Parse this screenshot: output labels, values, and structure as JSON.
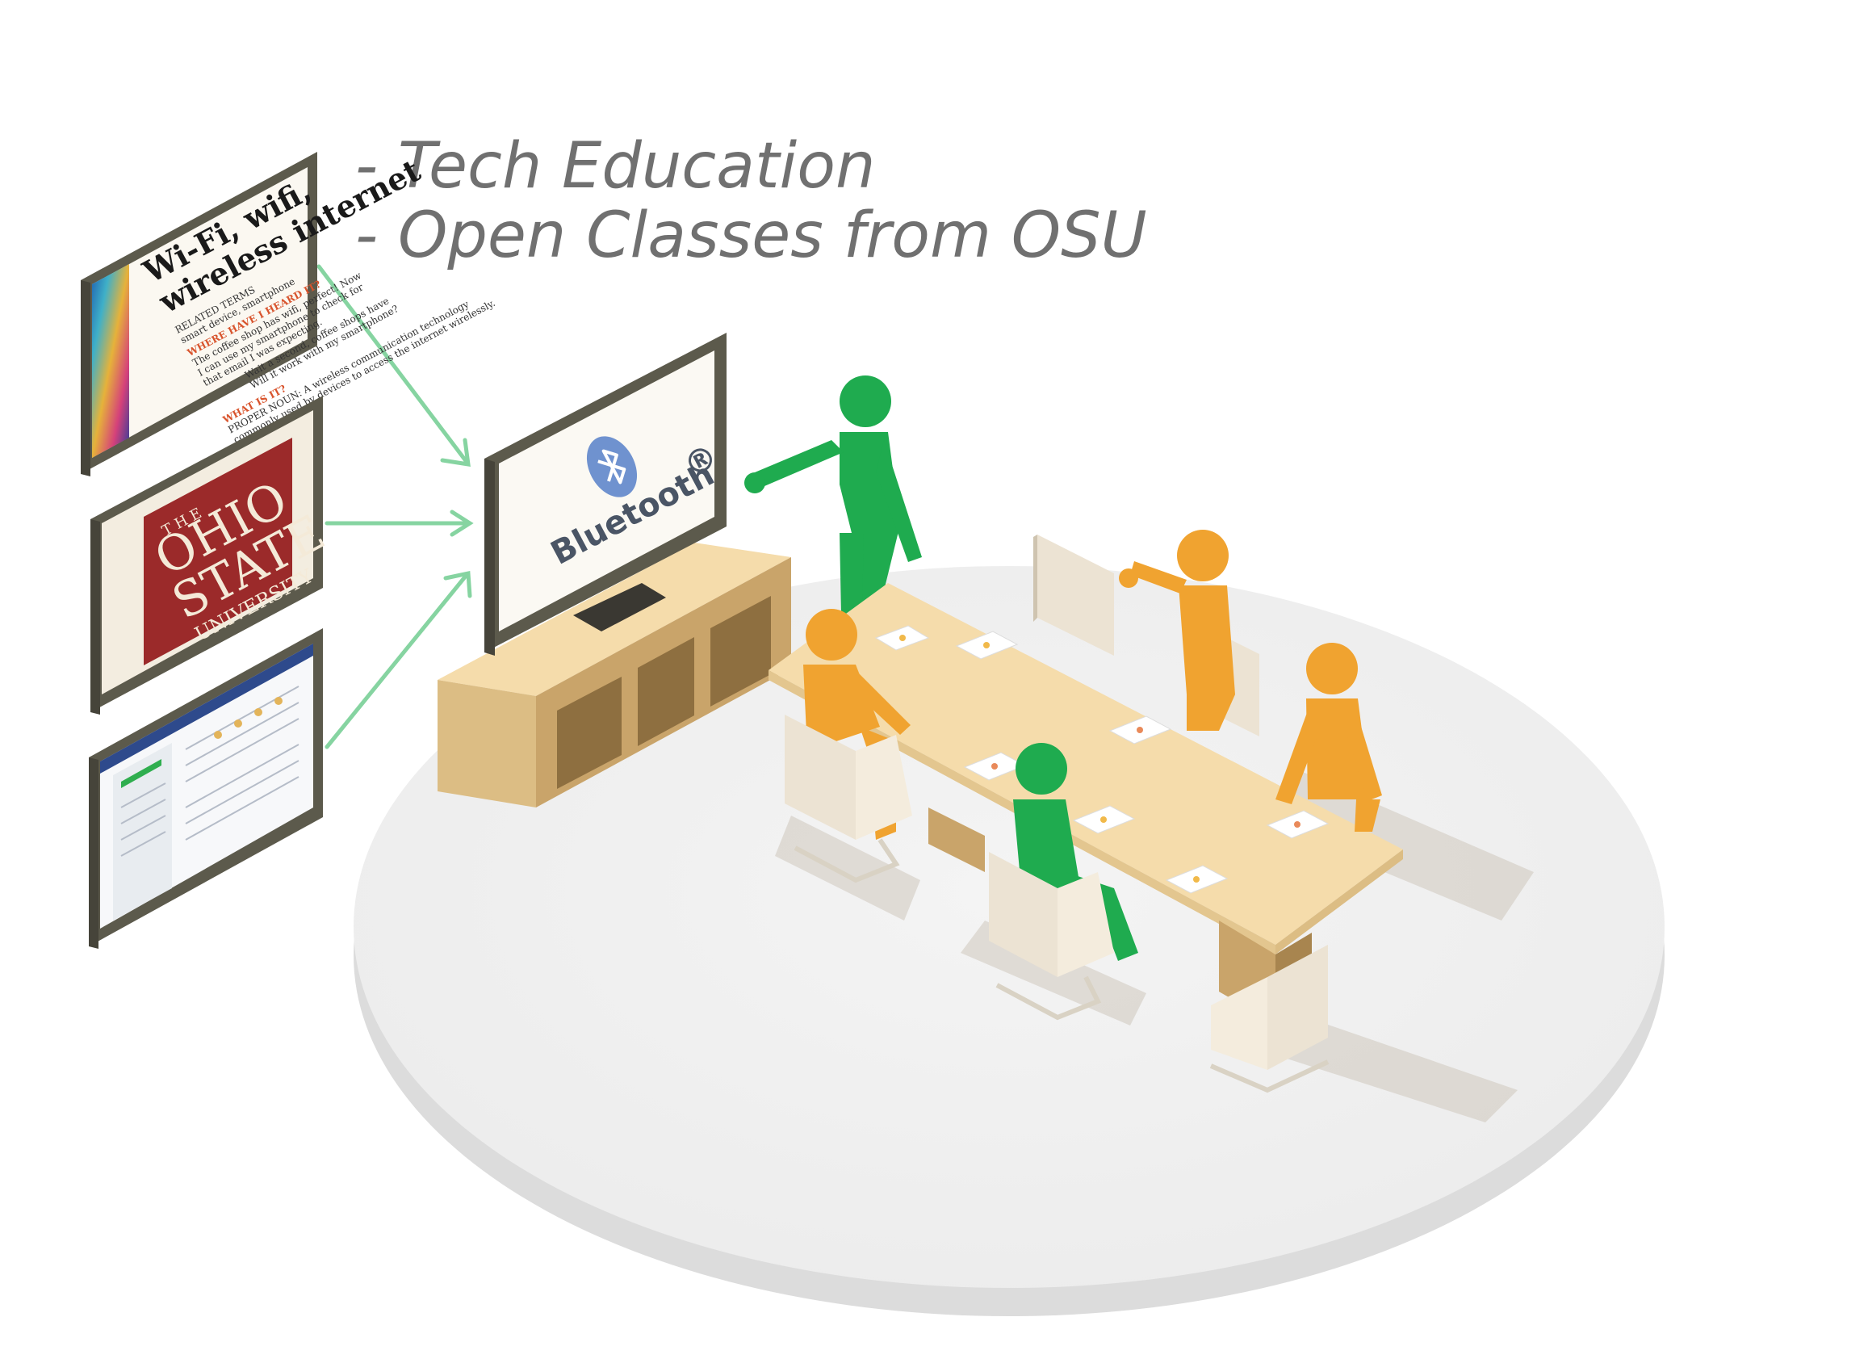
{
  "heading": {
    "lines": [
      "- Tech Education",
      "- Open Classes from OSU"
    ]
  },
  "tv": {
    "brand_label": "Bluetooth",
    "registered_mark": "®"
  },
  "posters": {
    "wifi": {
      "title_line_1": "Wi-Fi, wifi,",
      "title_line_2": "wireless internet",
      "related_terms_label": "RELATED TERMS",
      "related_terms": "smart device, smartphone",
      "where_heard_label": "WHERE HAVE I HEARD IT?",
      "where_heard_text_1": "The coffee shop has wifi, perfect! Now",
      "where_heard_text_2": "I can use my smartphone to check for",
      "where_heard_text_3": "that email I was expecting.",
      "wait_text_1": "Wait a second, coffee shops have",
      "wait_text_2": "Will it work with my smartphone?",
      "what_is_it_label": "WHAT IS IT?",
      "proper_noun_text": "PROPER NOUN: A wireless communication technology",
      "proper_noun_text_2": "commonly used by devices to access the internet wirelessly."
    },
    "osu": {
      "the": "T H E",
      "line_1": "OHIO",
      "line_2": "STATE",
      "line_3": "UNIVERSITY"
    }
  },
  "colors": {
    "presenter": "#1fab4f",
    "audience": "#f0a330",
    "arrow": "#86d4a1",
    "wood_top": "#f5dcab",
    "wood_side": "#c9a46a",
    "frame": "#5c5a4c",
    "floor": "#efefef",
    "osu_red": "#9b2a2a"
  }
}
